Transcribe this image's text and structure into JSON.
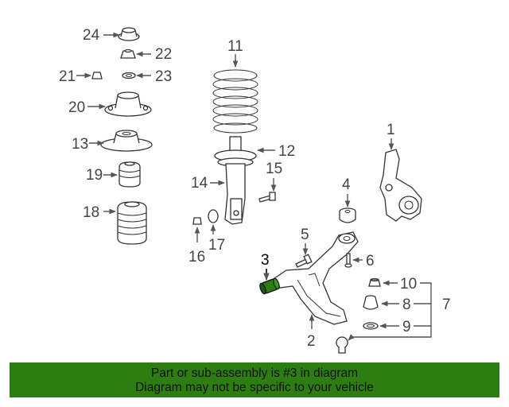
{
  "diagram": {
    "highlighted_part": "3",
    "highlight_color": "#2e7d12",
    "callouts": [
      "1",
      "2",
      "3",
      "4",
      "5",
      "6",
      "7",
      "8",
      "9",
      "10",
      "11",
      "12",
      "13",
      "14",
      "15",
      "16",
      "17",
      "18",
      "19",
      "20",
      "21",
      "22",
      "23",
      "24"
    ]
  },
  "banner": {
    "line1": "Part or sub-assembly is #3 in diagram",
    "line2": "Diagram may not be specific to your vehicle",
    "background": "#2e7d12"
  }
}
